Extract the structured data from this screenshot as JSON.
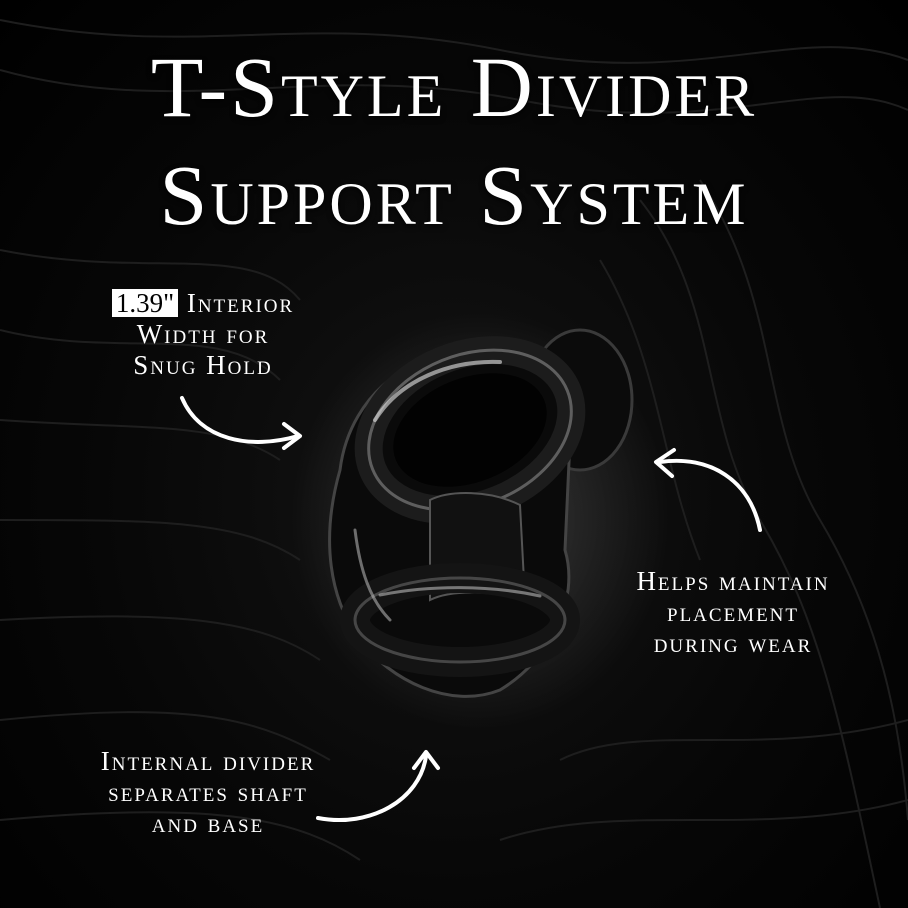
{
  "title": {
    "line1": "T-Style Divider",
    "line2": "Support System"
  },
  "callouts": {
    "interior": {
      "highlight": "1.39\"",
      "line1_rest": "Interior",
      "line2": "Width for",
      "line3": "Snug Hold"
    },
    "placement": {
      "line1": "Helps maintain",
      "line2": "placement",
      "line3": "during wear"
    },
    "divider": {
      "line1": "Internal divider",
      "line2": "separates shaft",
      "line3": "and base"
    }
  },
  "colors": {
    "background": "#000000",
    "text": "#ffffff",
    "product": "#0a0a0a"
  }
}
